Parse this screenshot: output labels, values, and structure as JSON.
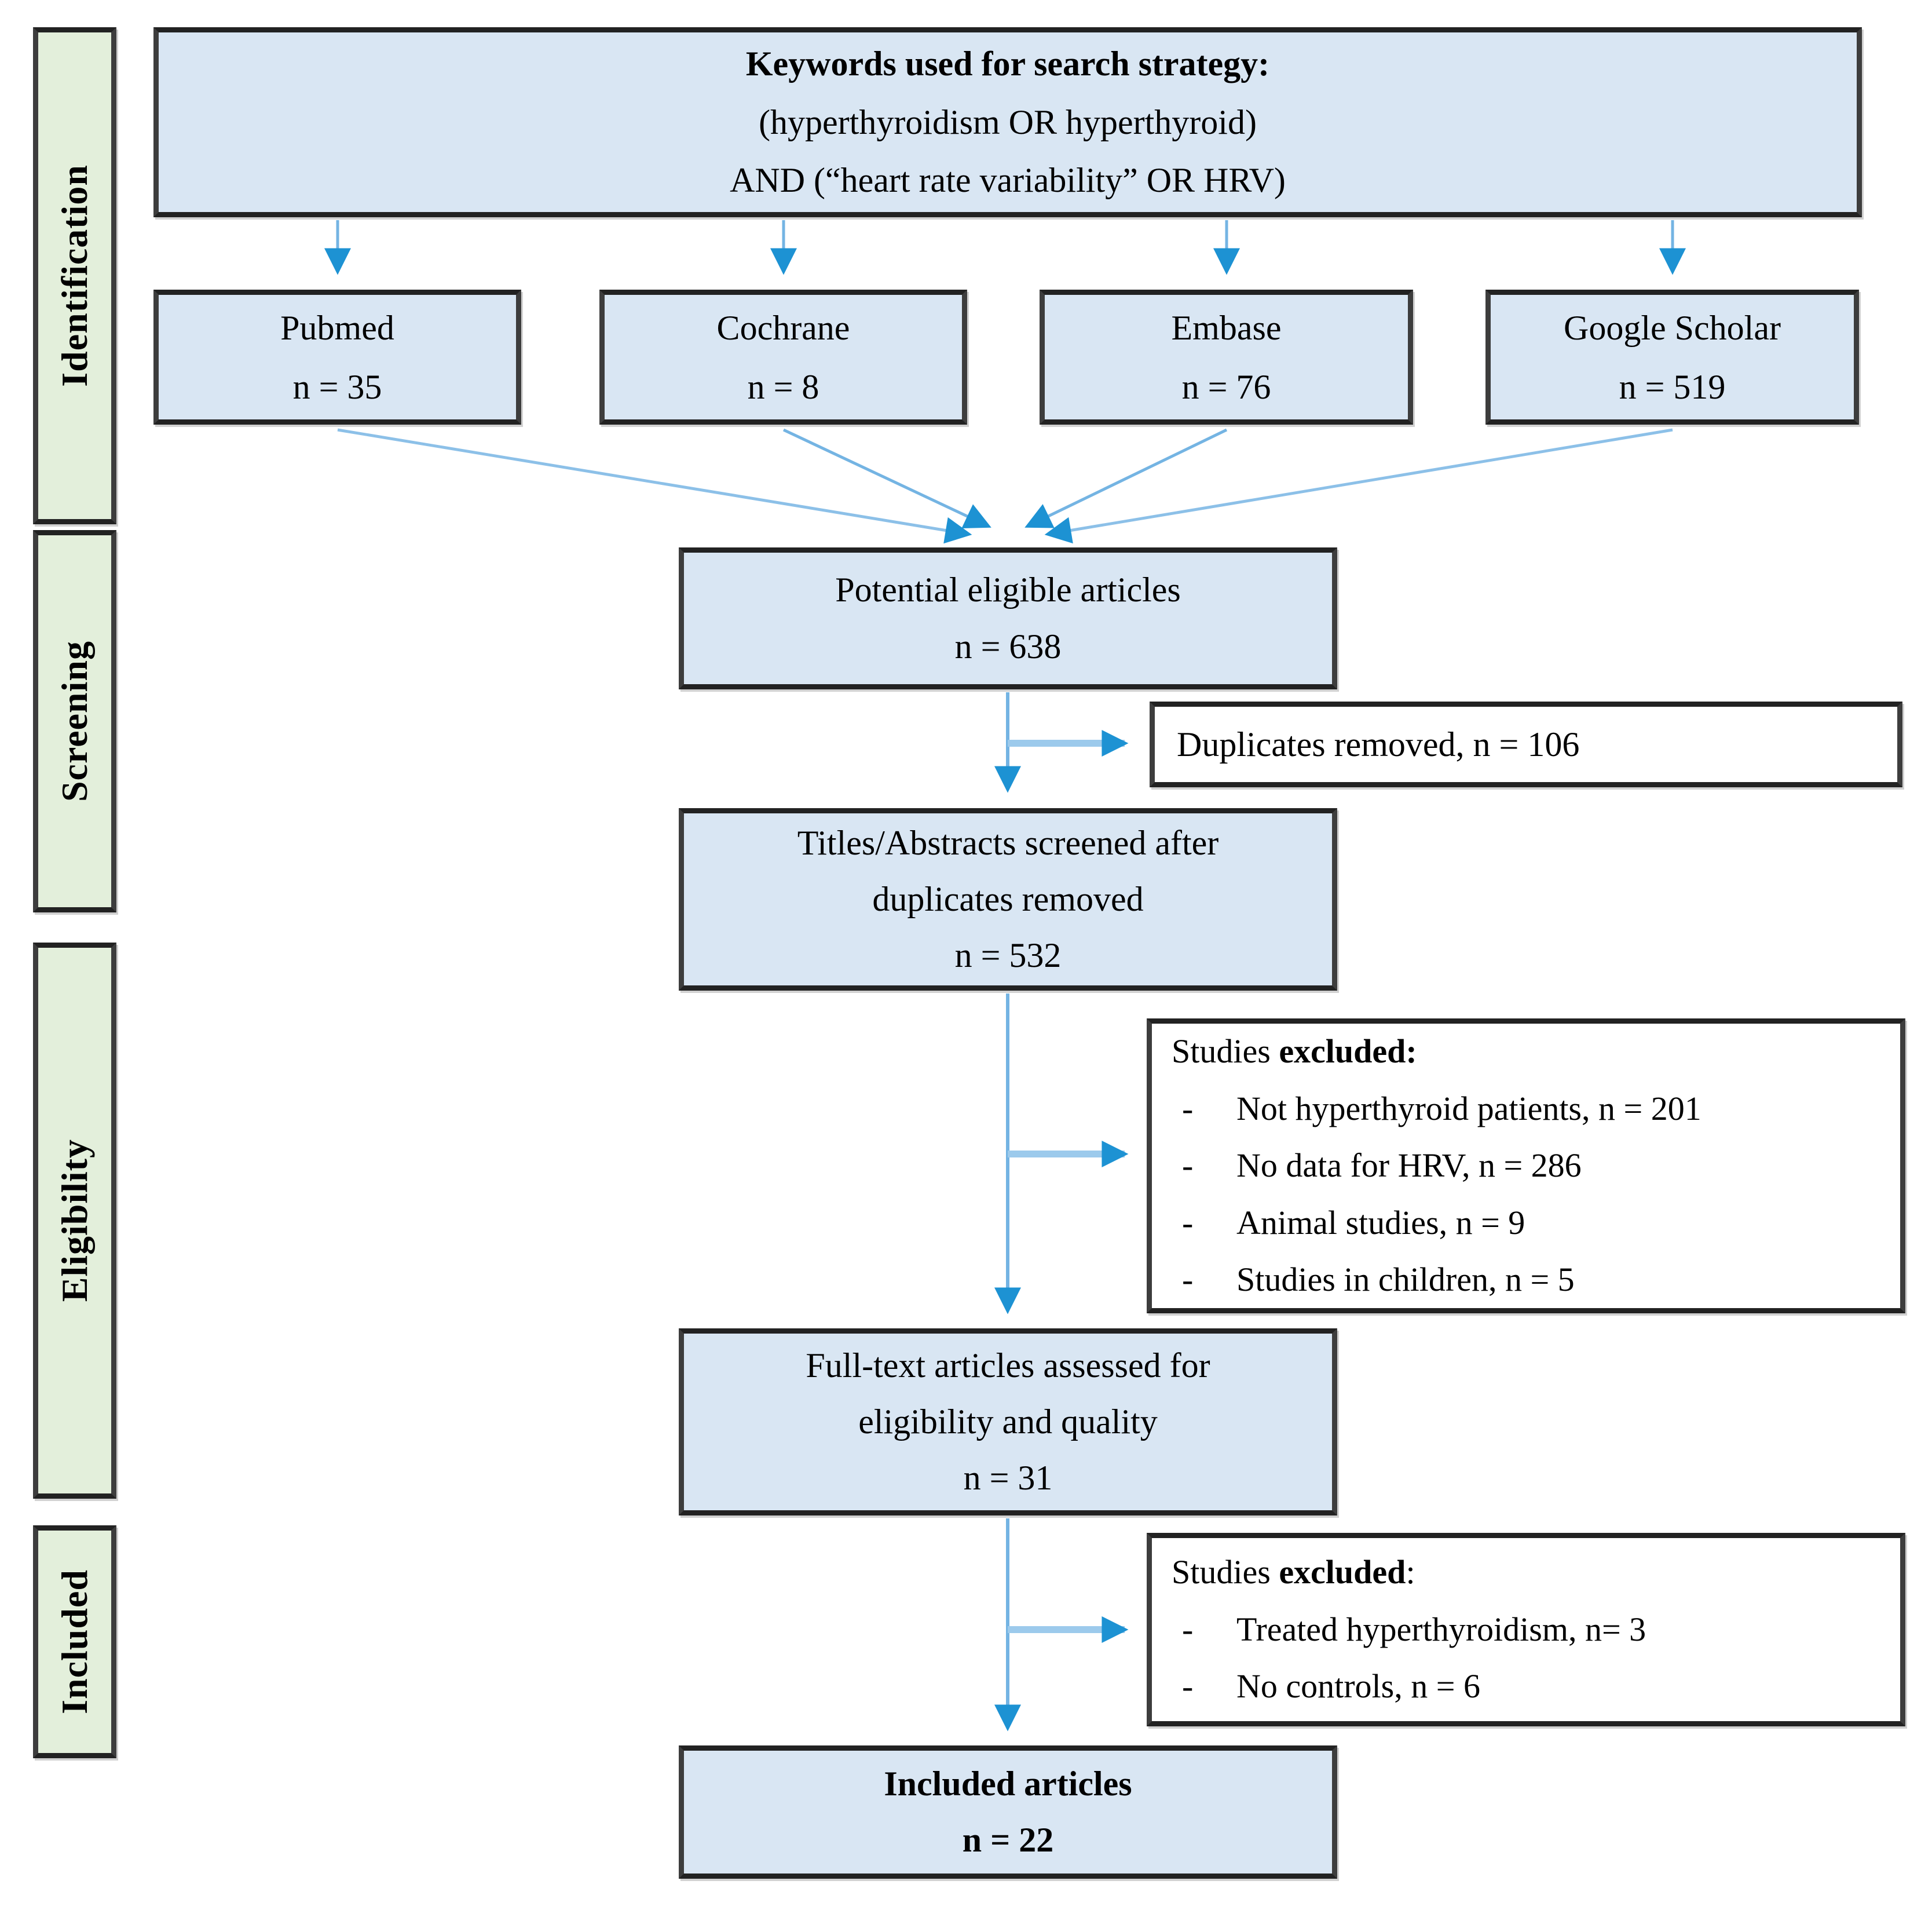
{
  "figure": {
    "type": "prisma-flow-diagram",
    "colors": {
      "box_blue": "#d9e6f3",
      "box_green": "#e3efdb",
      "box_white": "#ffffff",
      "border_dark": "#3d3d3d",
      "arrow_line": "#74b4e3",
      "arrow_head": "#1d92d3"
    }
  },
  "sidebar": {
    "sections": [
      {
        "label": "Identification"
      },
      {
        "label": "Screening"
      },
      {
        "label": "Eligibility"
      },
      {
        "label": "Included"
      }
    ]
  },
  "keywords_box": {
    "title": "Keywords used for search strategy:",
    "line1": "(hyperthyroidism OR hyperthyroid)",
    "line2": "AND (“heart rate variability” OR HRV)"
  },
  "databases": [
    {
      "name": "Pubmed",
      "count": "n = 35"
    },
    {
      "name": "Cochrane",
      "count": "n = 8"
    },
    {
      "name": "Embase",
      "count": "n = 76"
    },
    {
      "name": "Google Scholar",
      "count": "n = 519"
    }
  ],
  "flow": {
    "potential": {
      "line1": "Potential eligible articles",
      "count": "n = 638"
    },
    "duplicates": {
      "text": "Duplicates removed, n = 106"
    },
    "titles": {
      "line1": "Titles/Abstracts screened after",
      "line2": "duplicates removed",
      "count": "n = 532"
    },
    "excluded1": {
      "header_prefix": "Studies ",
      "header_bold": "excluded:",
      "items": [
        "Not hyperthyroid patients, n = 201",
        "No data for HRV, n = 286",
        "Animal studies, n = 9",
        "Studies in children, n = 5"
      ]
    },
    "fulltext": {
      "line1": "Full-text articles assessed for",
      "line2": "eligibility and quality",
      "count": "n = 31"
    },
    "excluded2": {
      "header_prefix": "Studies ",
      "header_bold": "excluded",
      "header_suffix": ":",
      "items": [
        "Treated hyperthyroidism, n= 3",
        "No controls, n = 6"
      ]
    },
    "included": {
      "line1": "Included articles",
      "count": "n = 22"
    }
  }
}
